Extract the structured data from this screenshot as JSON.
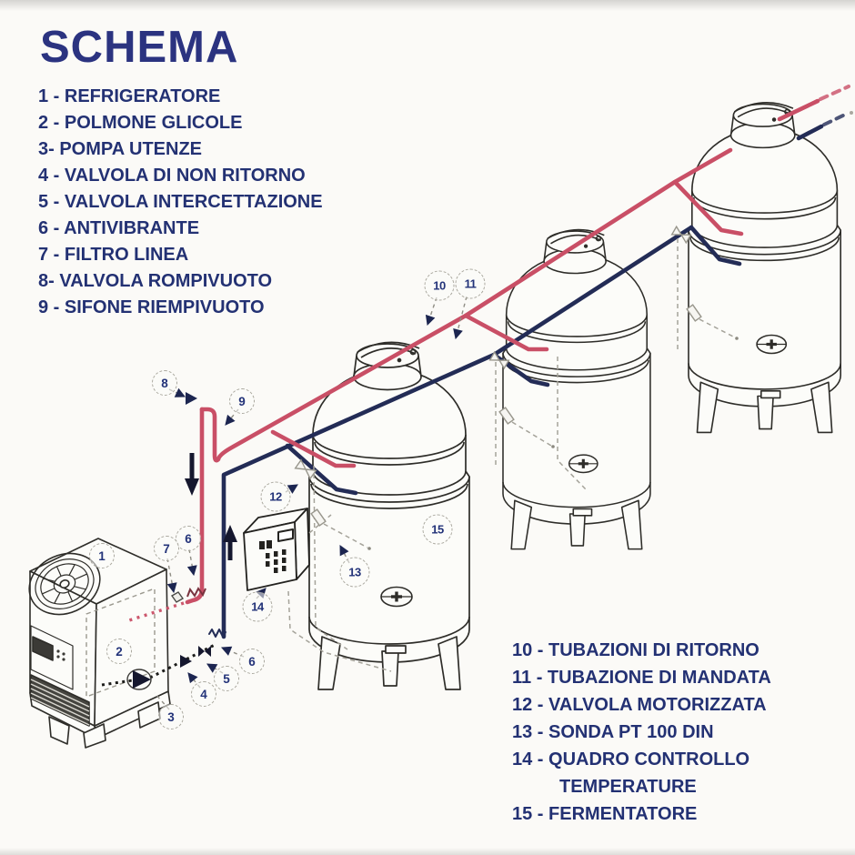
{
  "title": "SCHEMA",
  "legend_left": {
    "items": [
      {
        "text": "1 - REFRIGERATORE"
      },
      {
        "text": "2 - POLMONE GLICOLE"
      },
      {
        "text": "3- POMPA UTENZE"
      },
      {
        "text": "4 - VALVOLA DI NON RITORNO"
      },
      {
        "text": "5 - VALVOLA INTERCETTAZIONE"
      },
      {
        "text": "6 - ANTIVIBRANTE"
      },
      {
        "text": "7 - FILTRO LINEA"
      },
      {
        "text": "8- VALVOLA ROMPIVUOTO"
      },
      {
        "text": "9 - SIFONE RIEMPIVUOTO"
      }
    ]
  },
  "legend_right": {
    "items": [
      {
        "text": "10 - TUBAZIONI DI RITORNO"
      },
      {
        "text": "11 - TUBAZIONE DI MANDATA"
      },
      {
        "text": "12 - VALVOLA MOTORIZZATA"
      },
      {
        "text": "13 - SONDA PT 100 DIN"
      },
      {
        "text": "14 - QUADRO CONTROLLO"
      },
      {
        "text": "TEMPERATURE"
      },
      {
        "text": "15 - FERMENTATORE"
      }
    ]
  },
  "callouts": [
    {
      "n": "1"
    },
    {
      "n": "2"
    },
    {
      "n": "3"
    },
    {
      "n": "4"
    },
    {
      "n": "5"
    },
    {
      "n": "6"
    },
    {
      "n": "6"
    },
    {
      "n": "7"
    },
    {
      "n": "8"
    },
    {
      "n": "9"
    },
    {
      "n": "10"
    },
    {
      "n": "11"
    },
    {
      "n": "12"
    },
    {
      "n": "13"
    },
    {
      "n": "14"
    },
    {
      "n": "15"
    }
  ],
  "colors": {
    "text_navy": "#233173",
    "title_navy": "#2b3380",
    "pipe_return_red": "#c94f66",
    "pipe_supply_blue": "#232c56",
    "line_art": "#2e2d29",
    "dashed_gray": "#a9a79d"
  }
}
